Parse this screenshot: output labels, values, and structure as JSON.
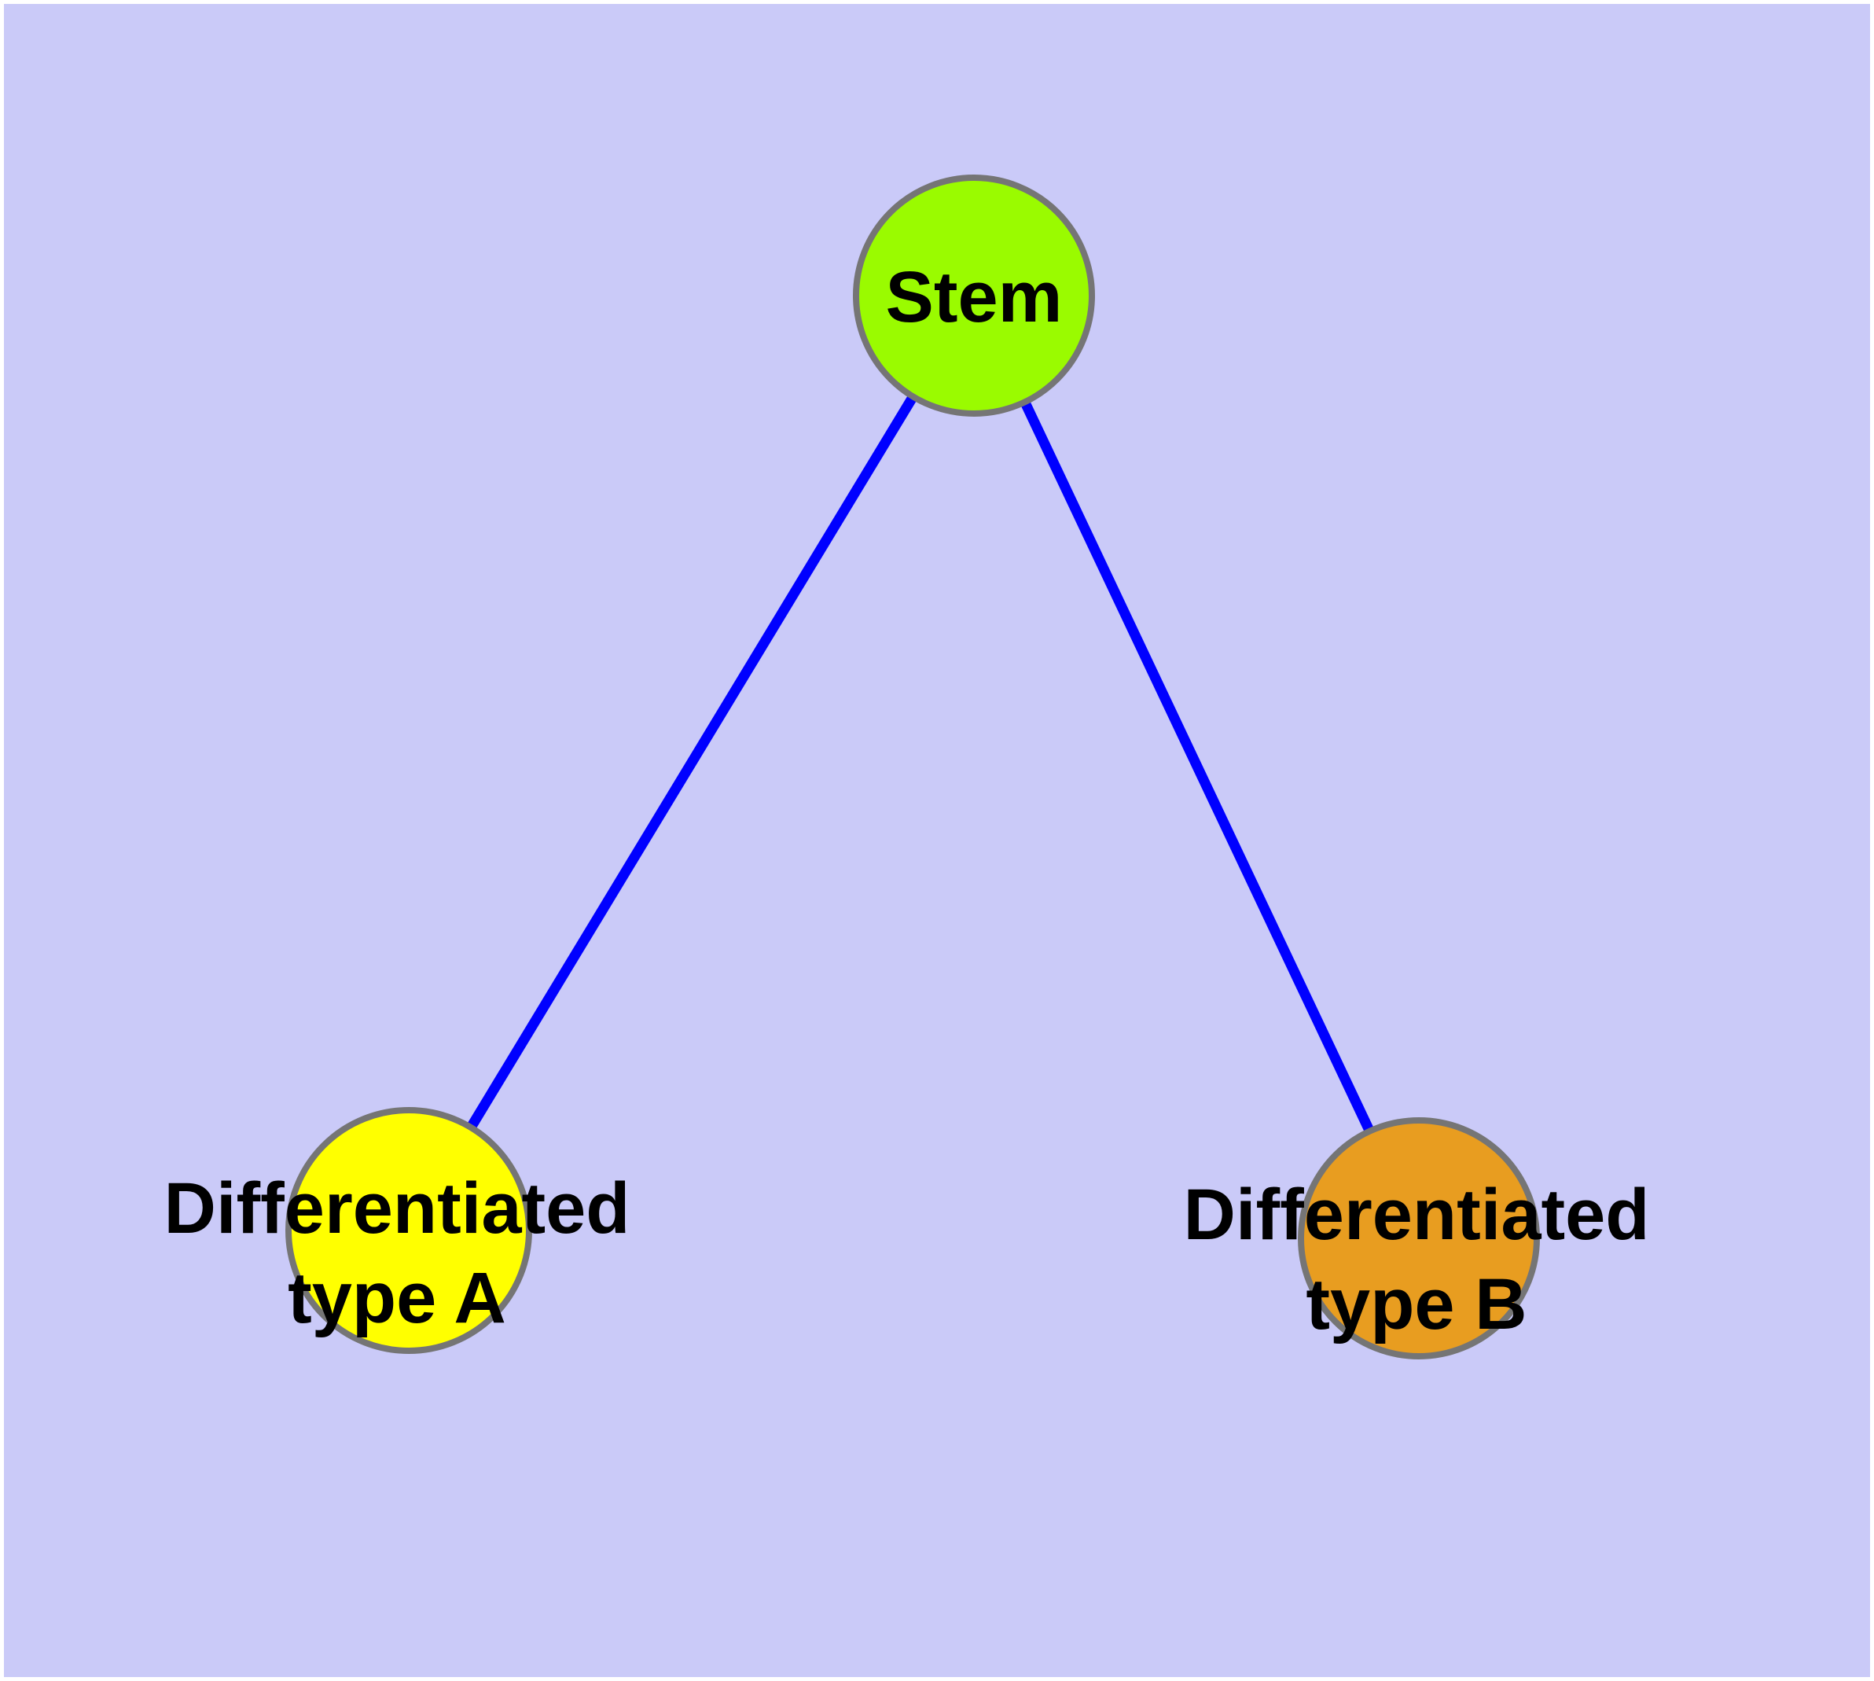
{
  "diagram": {
    "type": "node-link-graph",
    "description": "Cell differentiation graph: a stem node connected to two differentiated cell type nodes",
    "nodes": [
      {
        "id": "stem",
        "label": "Stem",
        "fill": "#9AFB00"
      },
      {
        "id": "differentiated-type-a",
        "label": "Differentiated\ntype A",
        "fill": "#FFFF00"
      },
      {
        "id": "differentiated-type-b",
        "label": "Differentiated\ntype B",
        "fill": "#E89D20"
      }
    ],
    "edges": [
      {
        "from": "stem",
        "to": "differentiated-type-a"
      },
      {
        "from": "stem",
        "to": "differentiated-type-b"
      }
    ],
    "colors": {
      "background": "#CACAF8",
      "frame": "#FFFFFF",
      "edge": "#0000FF",
      "node_border": "#757575",
      "label": "#000000"
    }
  }
}
